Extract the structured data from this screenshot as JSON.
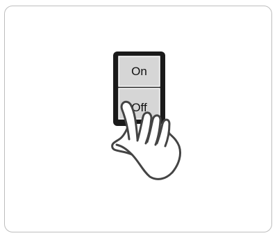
{
  "switch": {
    "on_label": "On",
    "off_label": "Off",
    "state": "off"
  },
  "icons": {
    "hand": "hand-pointer-icon"
  },
  "colors": {
    "frame": "#1a1a1a",
    "button_face": "#d6d6d6",
    "card_border": "#bdbdbd",
    "hand_stroke": "#444444"
  }
}
